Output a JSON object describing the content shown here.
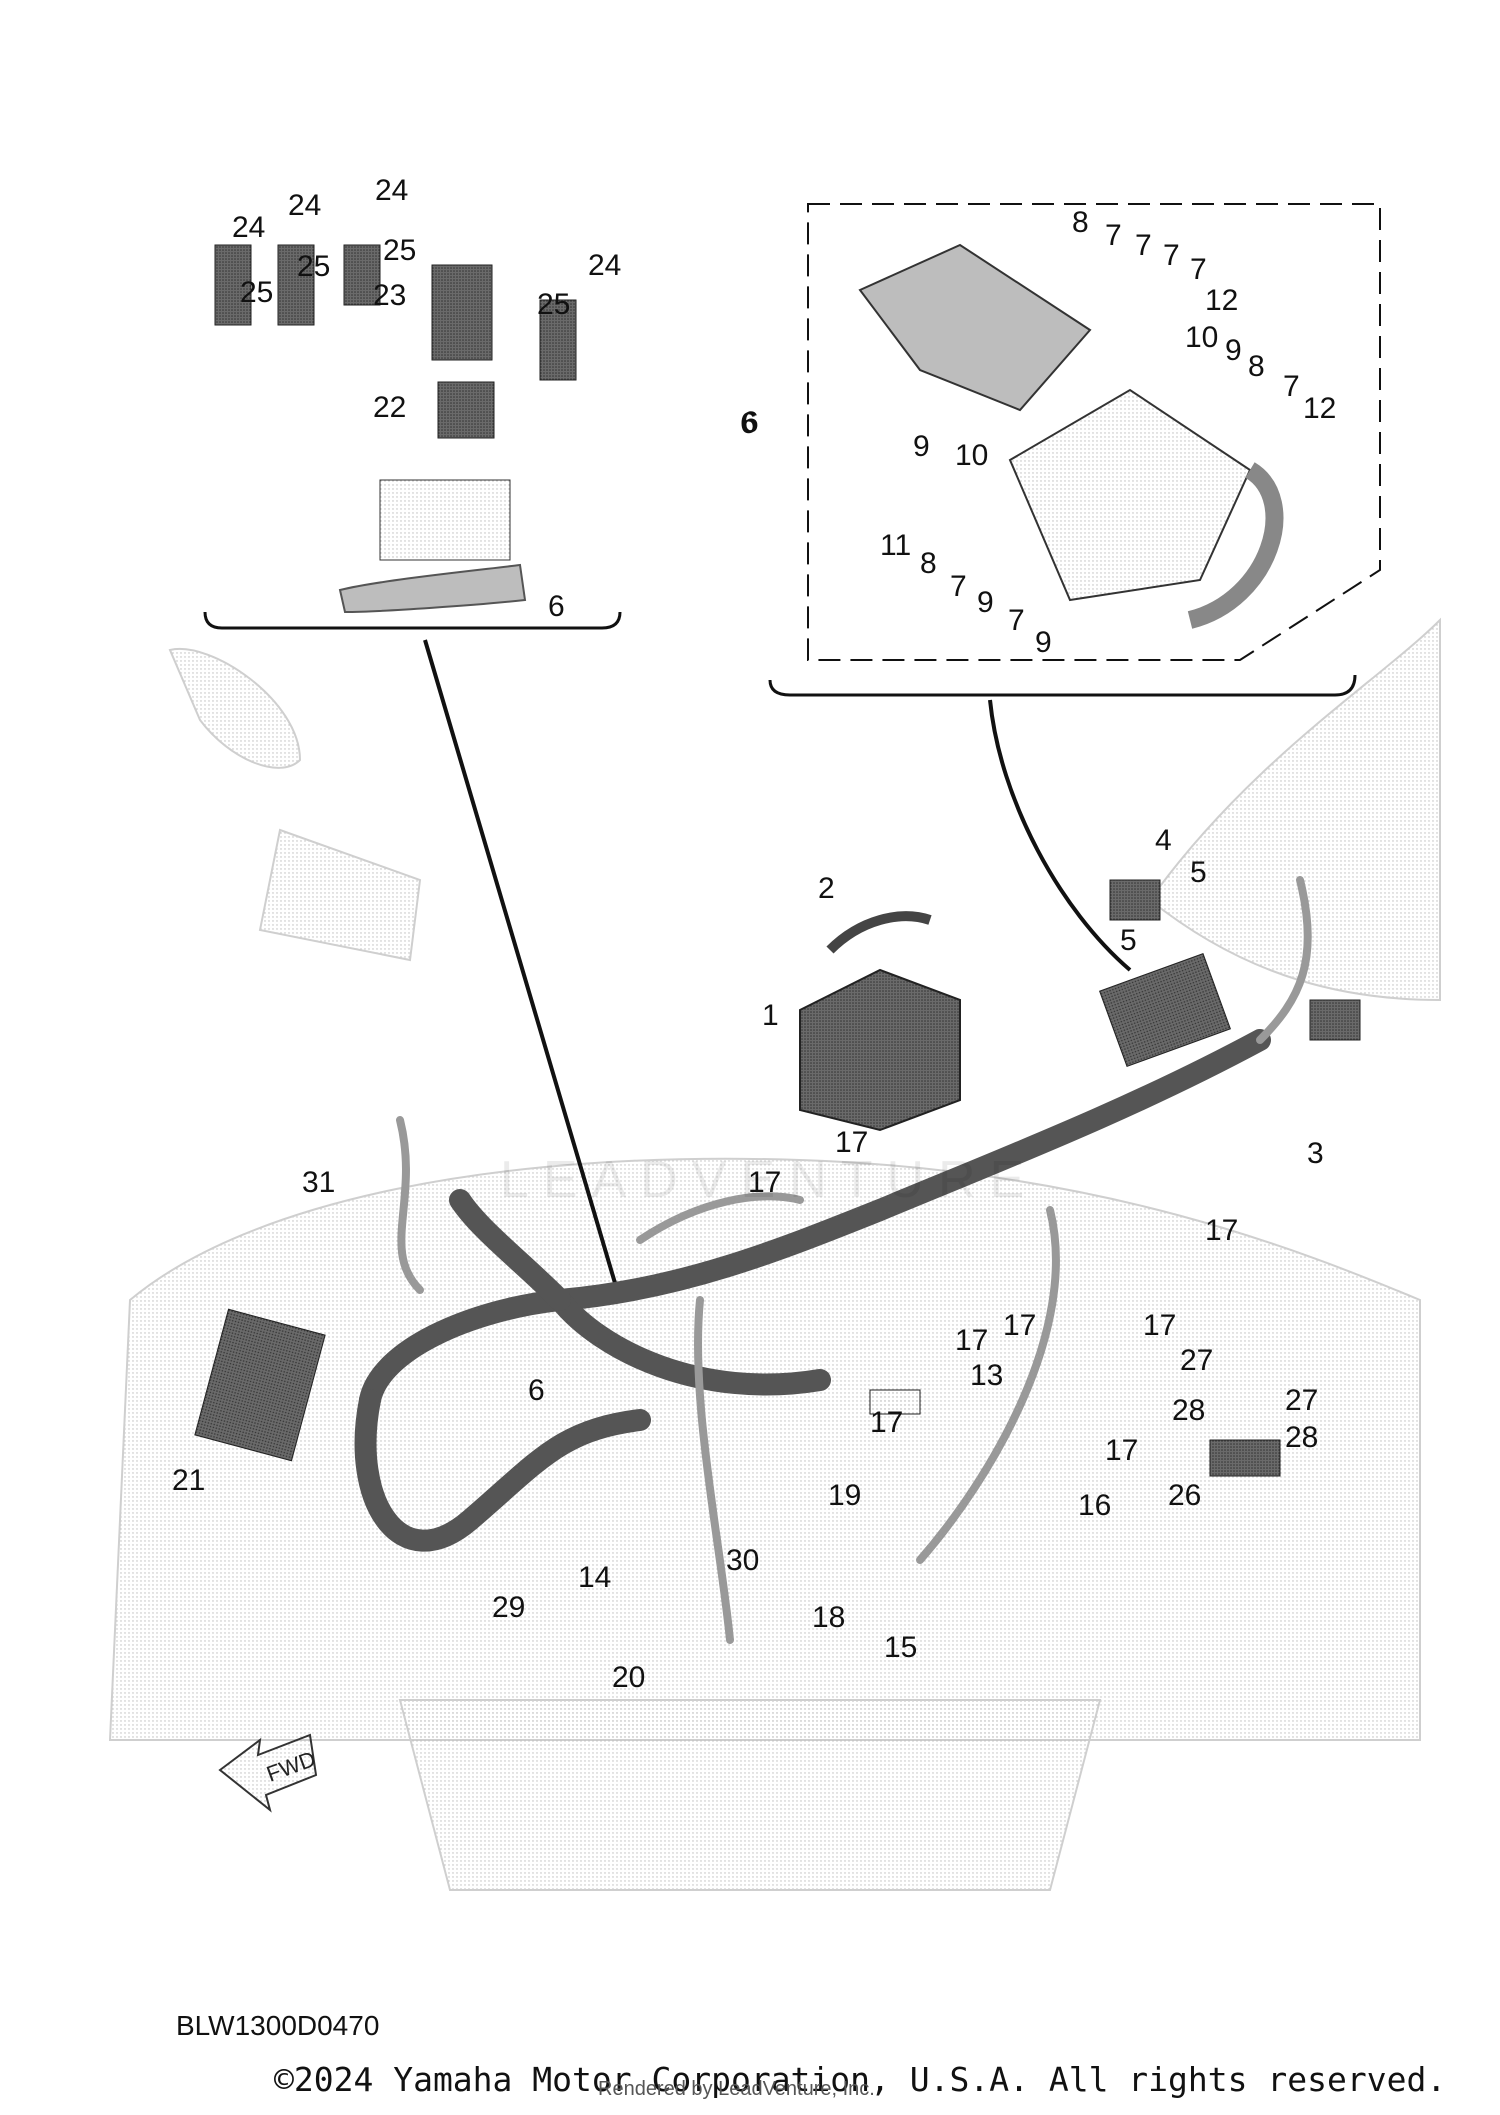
{
  "diagram": {
    "callouts": [
      "1",
      "2",
      "3",
      "4",
      "5",
      "6",
      "7",
      "8",
      "9",
      "10",
      "11",
      "12",
      "13",
      "14",
      "15",
      "16",
      "17",
      "18",
      "19",
      "20",
      "21",
      "22",
      "23",
      "24",
      "25",
      "26",
      "27",
      "28",
      "29",
      "30",
      "31"
    ],
    "direction_arrow": "FWD",
    "diagram_code": "BLW1300D0470",
    "watermark": "LEADVENTURE"
  },
  "footer": {
    "copyright": "©2024 Yamaha Motor Corporation, U.S.A. All rights reserved.",
    "rendered_by": "Rendered by LeadVenture, Inc."
  }
}
